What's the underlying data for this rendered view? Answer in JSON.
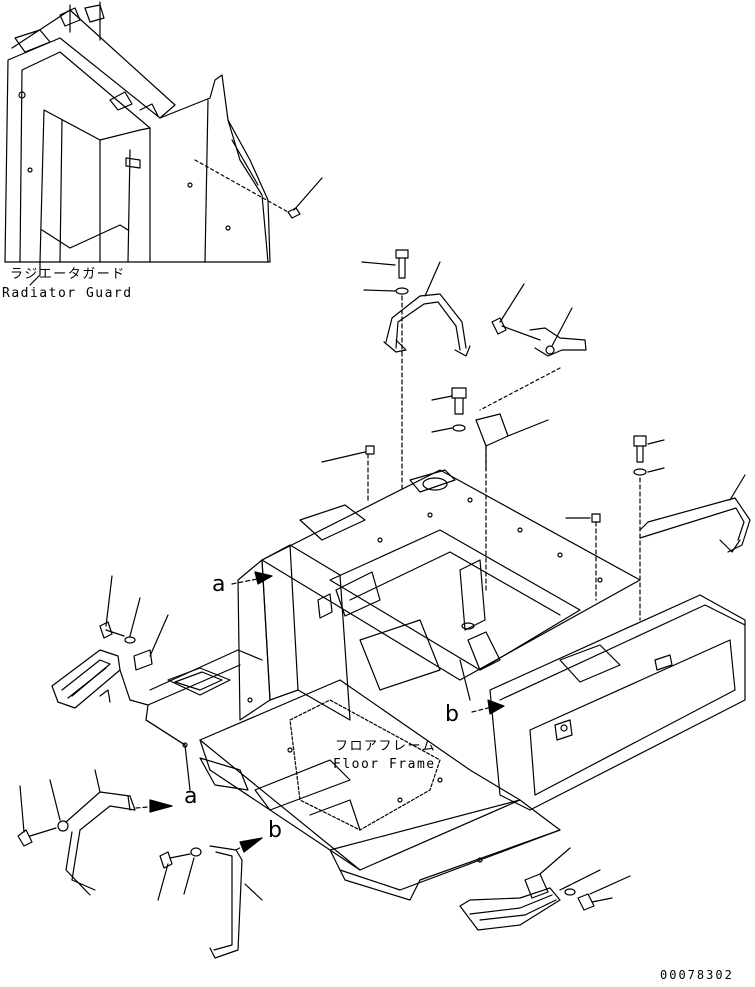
{
  "labels": {
    "radiator_guard_jp": "ラジエータガード",
    "radiator_guard_en": "Radiator Guard",
    "floor_frame_jp": "フロアフレーム",
    "floor_frame_en": "Floor Frame",
    "ref_a_left": "a",
    "ref_a_bottom": "a",
    "ref_b_mid": "b",
    "ref_b_bottom": "b",
    "drawing_number": "00078302"
  }
}
